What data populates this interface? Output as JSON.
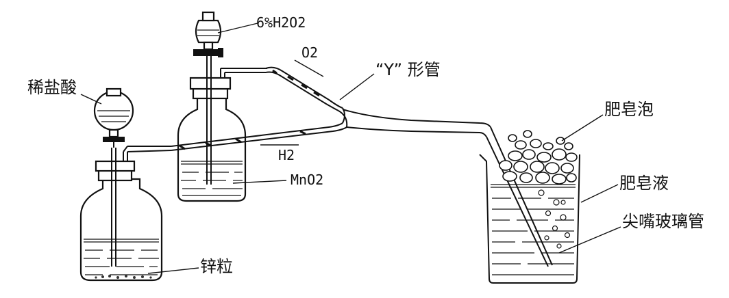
{
  "labels": {
    "h2o2": "6%H2O2",
    "o2": "O2",
    "y_tube": "“Y” 形管",
    "hcl": "稀盐酸",
    "h2": "H2",
    "mno2": "MnO2",
    "zinc": "锌粒",
    "foam": "肥皂泡",
    "soap": "肥皂液",
    "nozzle": "尖嘴玻璃管"
  }
}
